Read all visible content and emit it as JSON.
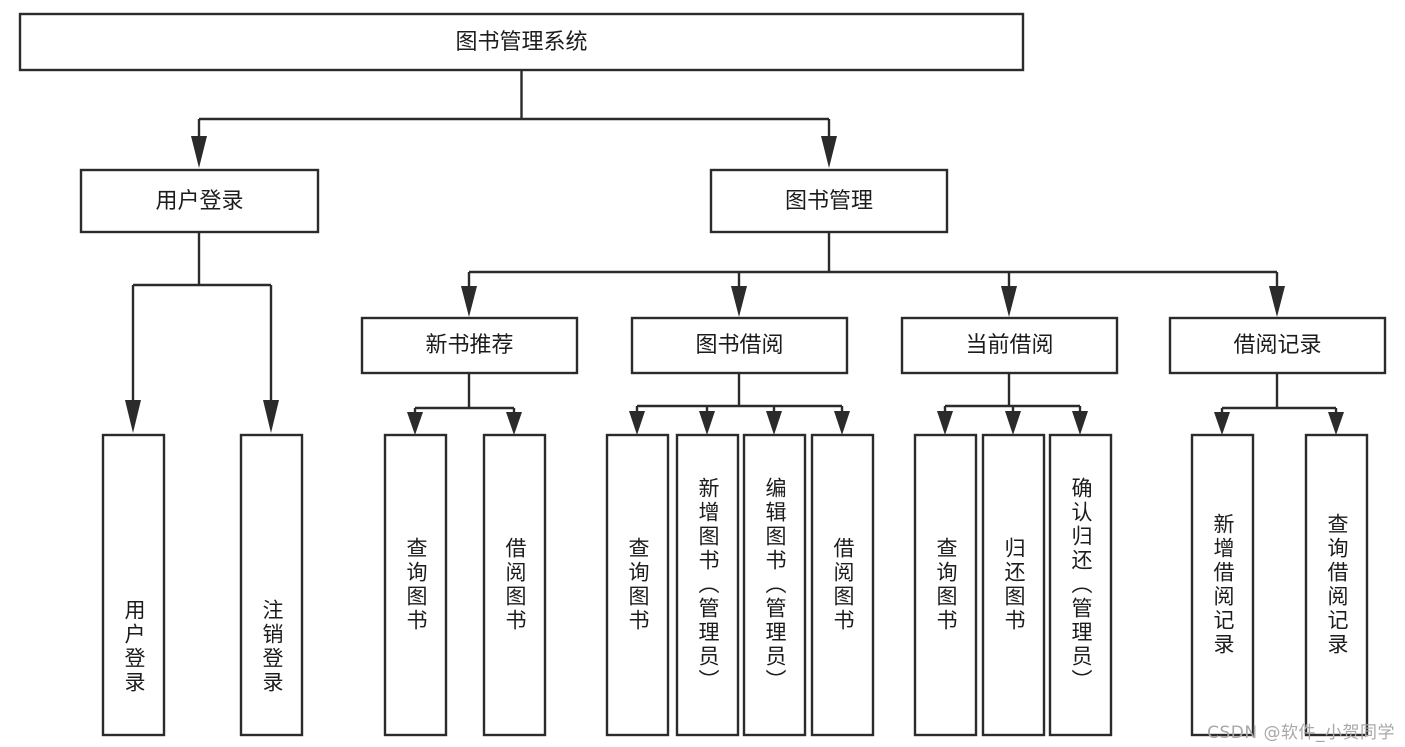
{
  "diagram": {
    "title": "图书管理系统",
    "type": "tree",
    "orientation": "top-down",
    "theme": {
      "background": "#ffffff",
      "box_fill": "#ffffff",
      "box_stroke": "#2b2b2b",
      "connector": "#2b2b2b",
      "text": "#1c1c1c",
      "watermark": "#a8a8a8"
    },
    "root": {
      "label": "图书管理系统",
      "name": "node-root-system"
    },
    "level2": [
      {
        "label": "用户登录",
        "name": "node-user-login"
      },
      {
        "label": "图书管理",
        "name": "node-book-management"
      }
    ],
    "level3": [
      {
        "label": "新书推荐",
        "name": "node-new-book-recommend"
      },
      {
        "label": "图书借阅",
        "name": "node-book-borrow"
      },
      {
        "label": "当前借阅",
        "name": "node-current-borrow"
      },
      {
        "label": "借阅记录",
        "name": "node-borrow-record"
      }
    ],
    "leaves": {
      "user_login": [
        {
          "label": "用户登录",
          "name": "leaf-user-login"
        },
        {
          "label": "注销登录",
          "name": "leaf-logout-login"
        }
      ],
      "new_book_recommend": [
        {
          "label": "查询图书",
          "name": "leaf-query-book-recommend"
        },
        {
          "label": "借阅图书",
          "name": "leaf-borrow-book-recommend"
        }
      ],
      "book_borrow": [
        {
          "label": "查询图书",
          "name": "leaf-query-book-borrow"
        },
        {
          "label": "新增图书（管理员）",
          "name": "leaf-add-book-admin"
        },
        {
          "label": "编辑图书（管理员）",
          "name": "leaf-edit-book-admin"
        },
        {
          "label": "借阅图书",
          "name": "leaf-borrow-book"
        }
      ],
      "current_borrow": [
        {
          "label": "查询图书",
          "name": "leaf-query-book-current"
        },
        {
          "label": "归还图书",
          "name": "leaf-return-book"
        },
        {
          "label": "确认归还（管理员）",
          "name": "leaf-confirm-return-admin"
        }
      ],
      "borrow_record": [
        {
          "label": "新增借阅记录",
          "name": "leaf-add-borrow-record"
        },
        {
          "label": "查询借阅记录",
          "name": "leaf-query-borrow-record"
        }
      ]
    }
  },
  "watermark": {
    "text": "CSDN @软件_小贺同学"
  }
}
